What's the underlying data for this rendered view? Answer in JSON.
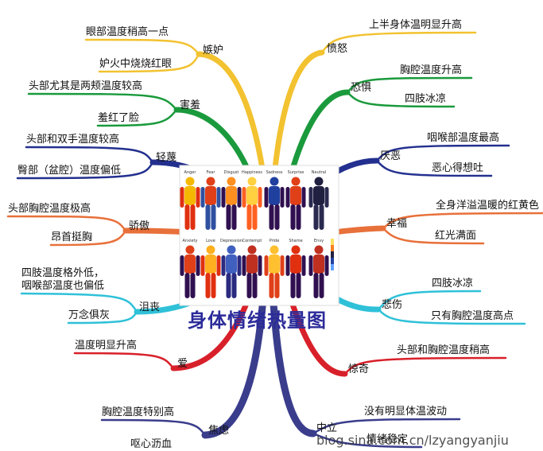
{
  "title": "身体情绪热量图",
  "watermark": "blog.sina.com.cn/lzyangyanjiu",
  "figure": {
    "top_labels": [
      "Anger",
      "Fear",
      "Disgust",
      "Happiness",
      "Sadness",
      "Surprise",
      "Neutral"
    ],
    "bottom_labels": [
      "Anxiety",
      "Love",
      "Depression",
      "Contempt",
      "Pride",
      "Shame",
      "Envy"
    ]
  },
  "emotions": {
    "jealousy": {
      "name": "嫉妒",
      "details": [
        "眼部温度稍高一点",
        "妒火中烧烧红眼"
      ],
      "color": "#f2c230"
    },
    "shame": {
      "name": "害羞",
      "details": [
        "头部尤其是两颊温度较高",
        "羞红了脸"
      ],
      "color": "#1a9a3c"
    },
    "contempt": {
      "name": "轻蔑",
      "details": [
        "头部和双手温度较高",
        "臀部（盆腔）温度偏低"
      ],
      "color": "#23308f"
    },
    "pride": {
      "name": "骄傲",
      "details": [
        "头部胸腔温度极高",
        "昂首挺胸"
      ],
      "color": "#e8703a"
    },
    "depression": {
      "name": "沮丧",
      "details": [
        "四肢温度格外低，",
        "咽喉部温度也偏低",
        "万念俱灰"
      ],
      "color": "#2fc1d8"
    },
    "love": {
      "name": "爱",
      "details": [
        "温度明显升高"
      ],
      "color": "#d8202a"
    },
    "anxiety": {
      "name": "焦虑",
      "details": [
        "胸腔温度特别高",
        "呕心沥血"
      ],
      "color": "#3a3d8c"
    },
    "anger": {
      "name": "愤怒",
      "details": [
        "上半身体温明显升高"
      ],
      "color": "#f2c230"
    },
    "fear": {
      "name": "恐惧",
      "details": [
        "胸腔温度升高",
        "四肢冰凉"
      ],
      "color": "#1a9a3c"
    },
    "disgust": {
      "name": "厌恶",
      "details": [
        "咽喉部温度最高",
        "恶心得想吐"
      ],
      "color": "#23308f"
    },
    "happiness": {
      "name": "幸福",
      "details": [
        "全身洋溢温暖的红黄色",
        "红光满面"
      ],
      "color": "#e8703a"
    },
    "sadness": {
      "name": "悲伤",
      "details": [
        "四肢冰凉",
        "只有胸腔温度高点"
      ],
      "color": "#2fc1d8"
    },
    "surprise": {
      "name": "惊奇",
      "details": [
        "头部和胸腔温度稍高"
      ],
      "color": "#d8202a"
    },
    "neutral": {
      "name": "中立",
      "details": [
        "没有明显体温波动",
        "情绪稳定"
      ],
      "color": "#3a3d8c"
    }
  }
}
